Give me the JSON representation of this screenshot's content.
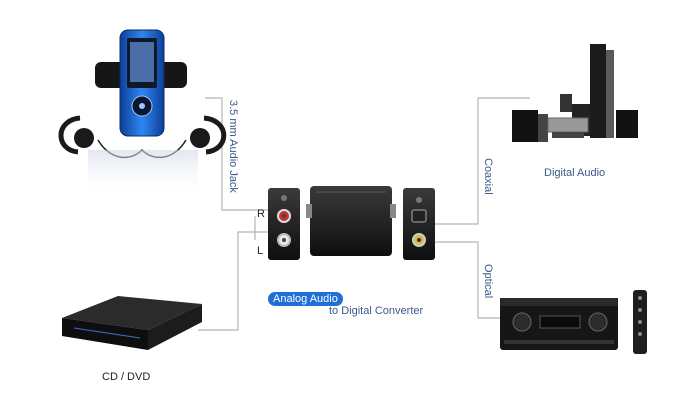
{
  "labels": {
    "jack": "3.5 mm Audio Jack",
    "digital_audio": "Digital Audio",
    "coaxial": "Coaxial",
    "optical": "Optical",
    "right": "R",
    "left": "L",
    "title_line1": "Analog  Audio",
    "title_line2": "to Digital Converter",
    "cd_dvd": "CD / DVD"
  },
  "colors": {
    "line": "#b4b4b4",
    "label_text": "#3a5a8a",
    "title_bg": "#1f6fd6",
    "player_blue": "#1e6fe0",
    "device_black": "#1b1b1b"
  }
}
